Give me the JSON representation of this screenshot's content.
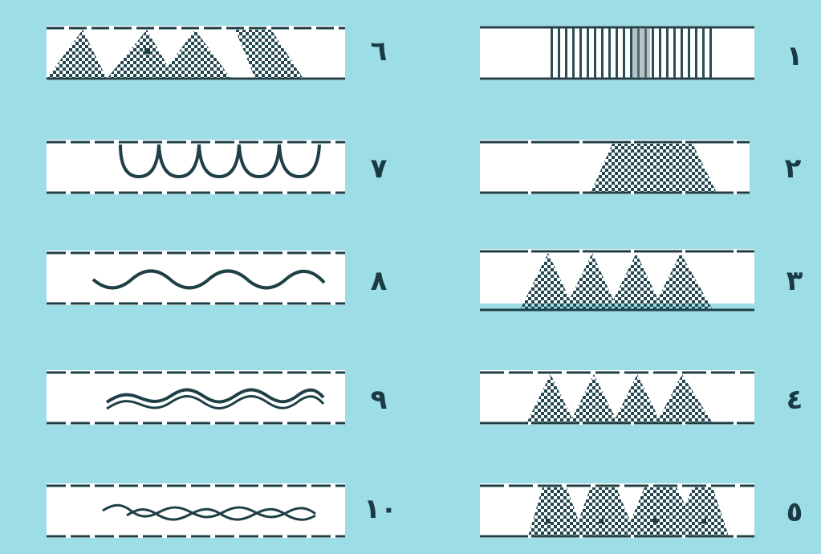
{
  "colors": {
    "background": "#9ddde6",
    "panel": "#ffffff",
    "ink": "#1f3f47"
  },
  "items": [
    {
      "id": "1",
      "number": "١",
      "pattern": "vertical-stripes-icon"
    },
    {
      "id": "2",
      "number": "٢",
      "pattern": "single-checkered-triangle-icon"
    },
    {
      "id": "3",
      "number": "٣",
      "pattern": "four-small-triangles-icon"
    },
    {
      "id": "4",
      "number": "٤",
      "pattern": "four-small-triangles-icon"
    },
    {
      "id": "5",
      "number": "٥",
      "pattern": "triangles-with-dots-icon"
    },
    {
      "id": "6",
      "number": "٦",
      "pattern": "zigzag-triangles-icon"
    },
    {
      "id": "7",
      "number": "٧",
      "pattern": "scallop-arcs-icon"
    },
    {
      "id": "8",
      "number": "٨",
      "pattern": "single-wave-icon"
    },
    {
      "id": "9",
      "number": "٩",
      "pattern": "double-wave-icon"
    },
    {
      "id": "10",
      "number": "١٠",
      "pattern": "intertwined-wave-icon"
    }
  ]
}
